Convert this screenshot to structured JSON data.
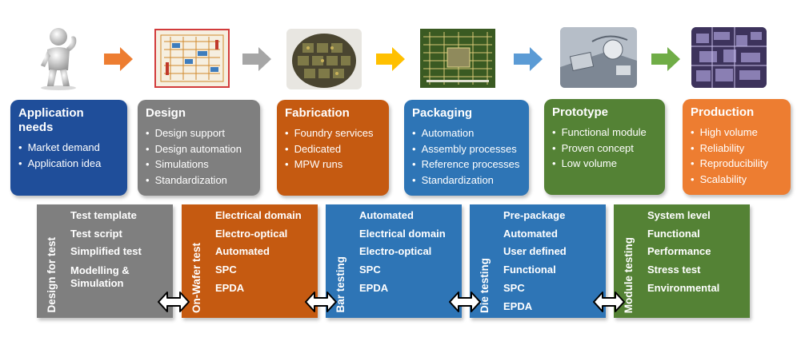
{
  "stages": [
    {
      "title_line1": "Application",
      "title_line2": "needs",
      "items": [
        "Market demand",
        "Application idea"
      ]
    },
    {
      "title_line1": "Design",
      "items": [
        "Design support",
        "Design automation",
        "Simulations",
        "Standardization"
      ]
    },
    {
      "title_line1": "Fabrication",
      "items": [
        "Foundry services",
        "Dedicated",
        "MPW runs"
      ]
    },
    {
      "title_line1": "Packaging",
      "items": [
        "Automation",
        "Assembly processes",
        "Reference processes",
        "Standardization"
      ]
    },
    {
      "title_line1": "Prototype",
      "items": [
        "Functional module",
        "Proven concept",
        "Low volume"
      ]
    },
    {
      "title_line1": "Production",
      "items": [
        "High volume",
        "Reliability",
        "Reproducibility",
        "Scalability"
      ]
    }
  ],
  "tests": [
    {
      "label": "Design for test",
      "items": [
        "Test template",
        "Test script",
        "Simplified test",
        "Modelling &",
        "Simulation"
      ]
    },
    {
      "label": "On-Wafer test",
      "items": [
        "Electrical domain",
        "Electro-optical",
        "Automated",
        "SPC",
        "EPDA"
      ]
    },
    {
      "label": "Bar testing",
      "items": [
        "Automated",
        "Electrical domain",
        "Electro-optical",
        "SPC",
        "EPDA"
      ]
    },
    {
      "label": "Die testing",
      "items": [
        "Pre-package",
        "Automated",
        "User defined",
        "Functional",
        "SPC",
        "EPDA"
      ]
    },
    {
      "label": "Module testing",
      "items": [
        "System level",
        "Functional",
        "Performance",
        "Stress test",
        "Environmental"
      ]
    }
  ],
  "colors": {
    "application": "#1f4e9a",
    "design": "#7f7f7f",
    "fabrication": "#c55a11",
    "packaging": "#2e75b6",
    "prototype": "#548235",
    "production": "#ed7d31",
    "arrow_orange": "#ed7d31",
    "arrow_gray": "#a6a6a6",
    "arrow_yellow": "#ffc000",
    "arrow_blue": "#5b9bd5",
    "arrow_green": "#70ad47"
  },
  "icons": [
    "person-thinking-icon",
    "circuit-layout-icon",
    "wafer-icon",
    "chip-package-icon",
    "prototype-module-icon",
    "production-chip-icon",
    "flow-arrow-icon",
    "double-arrow-icon"
  ]
}
